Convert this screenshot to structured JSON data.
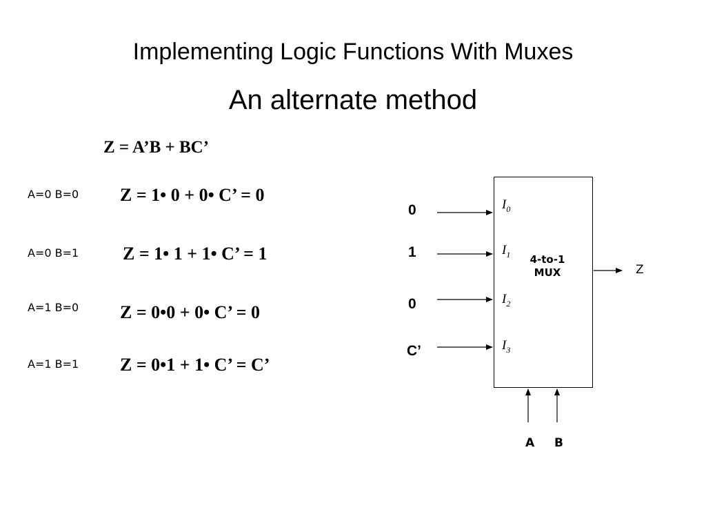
{
  "slide": {
    "title": "Implementing Logic Functions With Muxes",
    "subtitle": "An alternate method",
    "main_equation": "Z = A’B + BC’"
  },
  "cases": [
    {
      "label": "A=0 B=0",
      "equation": "Z = 1• 0 + 0• C’ = 0"
    },
    {
      "label": "A=0 B=1",
      "equation": "Z = 1• 1 + 1• C’ = 1"
    },
    {
      "label": "A=1 B=0",
      "equation": "Z = 0•0 + 0• C’ = 0"
    },
    {
      "label": "A=1 B=1",
      "equation": "Z = 0•1 + 1• C’ = C’"
    }
  ],
  "mux": {
    "name_line1": "4-to-1",
    "name_line2": "MUX",
    "ports": [
      {
        "letter": "I",
        "sub": "0"
      },
      {
        "letter": "I",
        "sub": "1"
      },
      {
        "letter": "I",
        "sub": "2"
      },
      {
        "letter": "I",
        "sub": "3"
      }
    ],
    "inputs": [
      "0",
      "1",
      "0",
      "C’"
    ],
    "selects": [
      "A",
      "B"
    ],
    "output": "Z"
  }
}
